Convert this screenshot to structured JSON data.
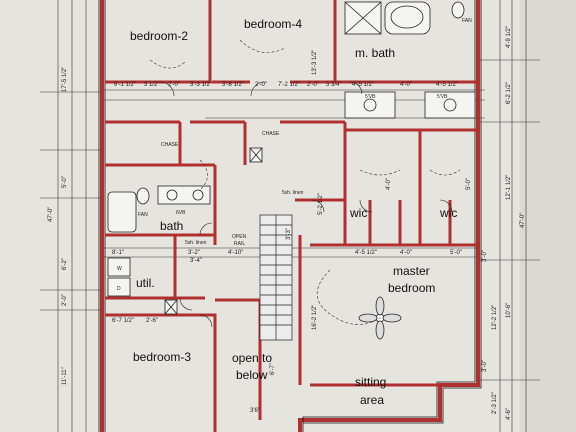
{
  "rooms": {
    "bedroom2": "bedroom-2",
    "bedroom4": "bedroom-4",
    "mbath": "m. bath",
    "bath": "bath",
    "util": "util.",
    "bedroom3": "bedroom-3",
    "wic1": "wic",
    "wic2": "wic",
    "master1": "master",
    "master2": "bedroom",
    "open1": "open to",
    "open2": "below",
    "sitting1": "sitting",
    "sitting2": "area"
  },
  "labels": {
    "chase1": "CHASE",
    "chase2": "CHASE",
    "fan1": "FAN",
    "fan2": "FAN",
    "linen1": "5sh. linen",
    "linen2": "5sh. linen",
    "vb1": "6VB",
    "vb2": "5'VB",
    "vb3": "5'VB",
    "open_rail": "OPEN",
    "open_rail2": "RAIL",
    "w": "W",
    "d": "D"
  },
  "dimensions": {
    "top_row": [
      "6'-1 1/2\"",
      "3 1/2\"",
      "2'-0\"",
      "3'-3 1/2\"",
      "3'-8 1/2\"",
      "2'-0\"",
      "7'-2 1/2\"",
      "2'-0\"",
      "5 3/4\""
    ],
    "mbath_row": [
      "4'-5 1/2\"",
      "4'-0\"",
      "4'-5 1/2\""
    ],
    "left_side": [
      "17'-5 1/2\"",
      "47'-0\"",
      "5'-0\"",
      "6'-2\"",
      "2'-0\"",
      "11'-11\""
    ],
    "right_side": [
      "4'-9 1/2\"",
      "6'-2 1/2\"",
      "12'-1 1/2\"",
      "47'-0\"",
      "3'-0\"",
      "10'-6\"",
      "12'-2 1/2\"",
      "3'-0\"",
      "2'-3 1/2\"",
      "4'-6\""
    ],
    "mid_row": [
      "4'-5 1/2\"",
      "4'-0\"",
      "5'-0\""
    ],
    "stair_row": [
      "4'-10\"",
      "3'-2\""
    ],
    "bottom": [
      "3'6\""
    ],
    "bed3": [
      "6'-7 1/2\"",
      "2'-6\""
    ],
    "util": [
      "8'-1\"",
      "3'-4\""
    ],
    "extra": [
      "13'-3 1/2\"",
      "5'-2 1/2\"",
      "3'-3\"",
      "4'-0\"",
      "5'-0\"",
      "16'-2 1/2\"",
      "6'-7\""
    ]
  }
}
